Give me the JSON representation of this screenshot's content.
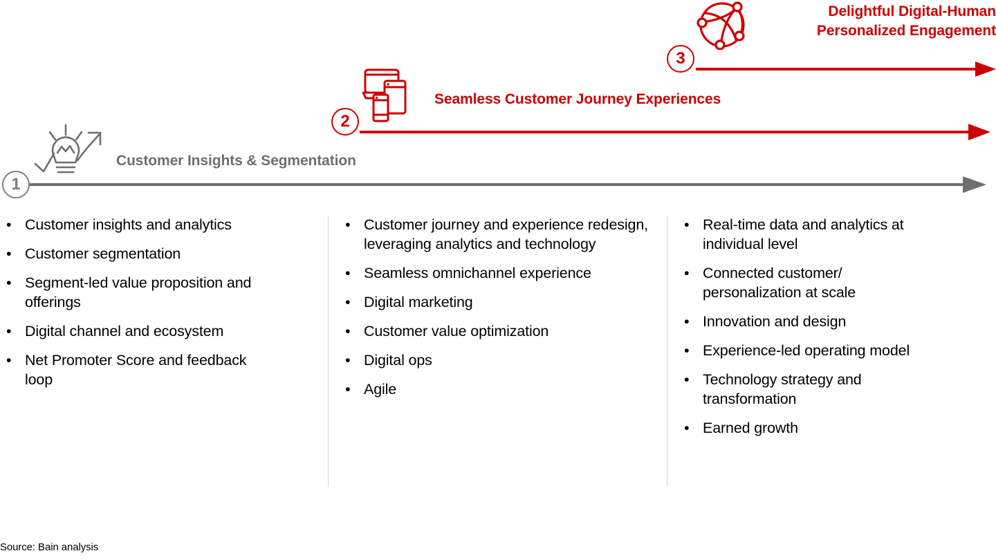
{
  "slide": {
    "source_note": "Source: Bain analysis",
    "colors": {
      "red": "#cc0000",
      "gray": "#6e6e6e",
      "badge_gray": "#7f7f7f",
      "divider": "#d4d4d4",
      "text": "#000000",
      "background": "#ffffff"
    }
  },
  "stages": [
    {
      "number": "1",
      "heading": "Customer Insights & Segmentation",
      "accent": "#6e6e6e",
      "icon": "lightbulb-growth-icon",
      "bullets": [
        "Customer insights and analytics",
        "Customer segmentation",
        "Segment-led value proposition and offerings",
        "Digital channel and ecosystem",
        "Net Promoter Score and feedback loop"
      ]
    },
    {
      "number": "2",
      "heading": "Seamless Customer Journey Experiences",
      "accent": "#cc0000",
      "icon": "multi-device-icon",
      "bullets": [
        "Customer journey and experience redesign, leveraging analytics and technology",
        "Seamless omnichannel experience",
        "Digital marketing",
        "Customer value optimization",
        "Digital ops",
        "Agile"
      ]
    },
    {
      "number": "3",
      "heading": "Delightful Digital-Human\nPersonalized Engagement",
      "accent": "#cc0000",
      "icon": "network-globe-icon",
      "bullets": [
        "Real-time data and analytics at individual level",
        "Connected customer/ personalization at scale",
        "Innovation and design",
        "Experience-led operating model",
        "Technology strategy and transformation",
        "Earned growth"
      ]
    }
  ]
}
